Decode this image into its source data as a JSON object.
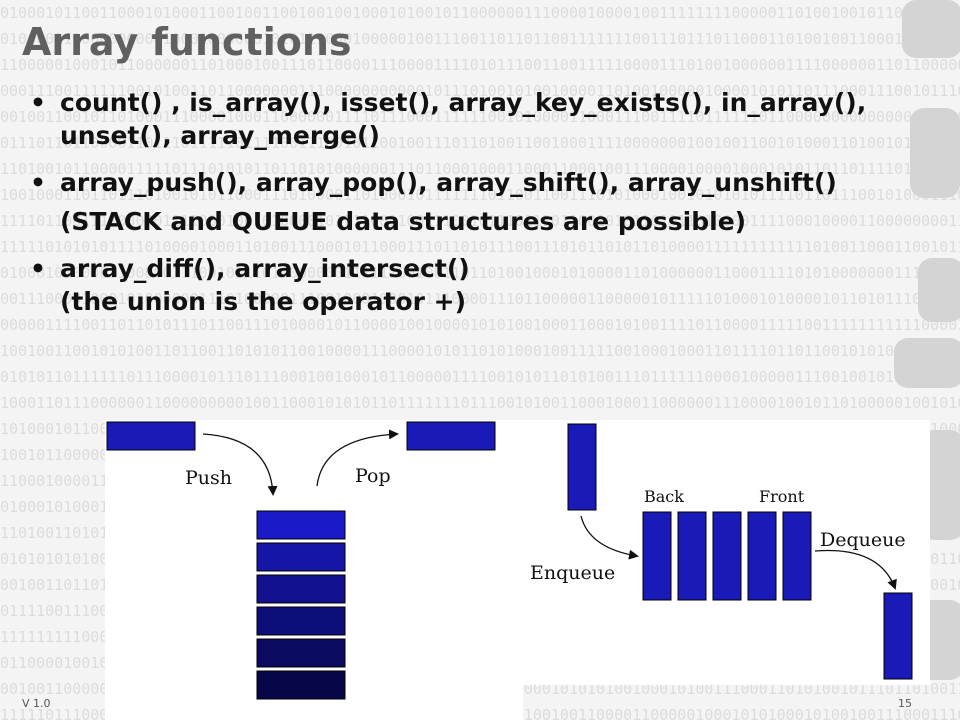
{
  "slide": {
    "title": "Array functions",
    "bullets": [
      {
        "line1": "count() , is_array(), isset(), array_key_exists(), in_array(),",
        "line2": "unset(), array_merge()"
      },
      {
        "line1": "array_push(), array_pop(), array_shift(), array_unshift()",
        "line2": "(STACK and QUEUE data structures are possible)"
      },
      {
        "line1": "array_diff(), array_intersect()",
        "line2": "(the union is the operator +)"
      }
    ],
    "bullet_glyph": "•"
  },
  "stack_diagram": {
    "push_label": "Push",
    "pop_label": "Pop",
    "item_colors": [
      "#1a1ac8",
      "#1515a8",
      "#121290",
      "#0e0e78",
      "#0a0a60",
      "#060648"
    ]
  },
  "queue_diagram": {
    "back_label": "Back",
    "front_label": "Front",
    "enqueue_label": "Enqueue",
    "dequeue_label": "Dequeue",
    "item_color": "#1a1ab8"
  },
  "footer": {
    "version": "V 1.0",
    "page": "15"
  },
  "colors": {
    "title": "#606060",
    "text": "#111111",
    "element_blue": "#1a1ab8"
  }
}
